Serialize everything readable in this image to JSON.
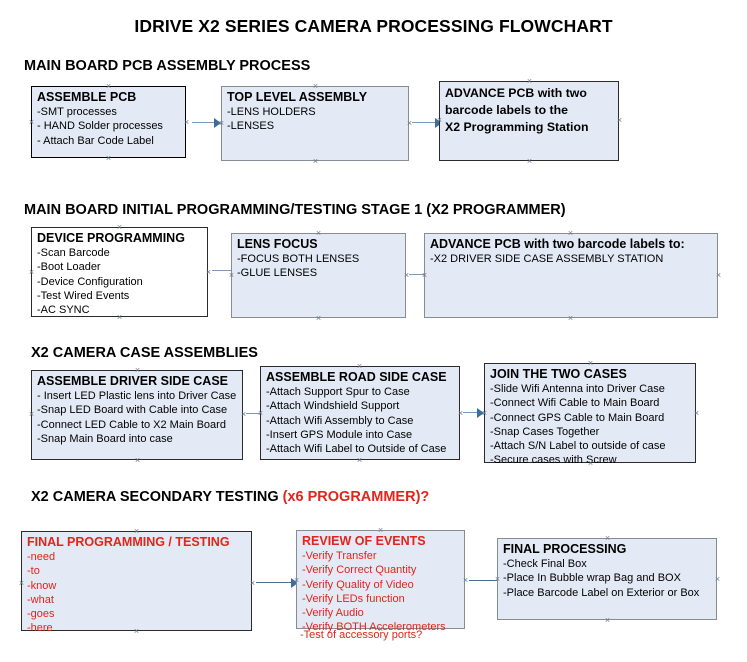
{
  "title": "IDRIVE X2  SERIES CAMERA PROCESSING FLOWCHART",
  "sections": [
    {
      "heading": "MAIN BOARD PCB ASSEMBLY PROCESS",
      "heading_red": "",
      "nodes": [
        {
          "title": "ASSEMBLE PCB",
          "lines": [
            "-SMT processes",
            "- HAND Solder processes",
            "- Attach Bar Code Label"
          ]
        },
        {
          "title": "TOP LEVEL ASSEMBLY",
          "lines": [
            "-LENS HOLDERS",
            "-LENSES"
          ]
        },
        {
          "title": "ADVANCE PCB with two",
          "lines": [
            "barcode labels to the",
            " X2 Programming Station"
          ]
        }
      ]
    },
    {
      "heading": "MAIN BOARD INITIAL PROGRAMMING/TESTING STAGE 1 (X2 PROGRAMMER)",
      "heading_red": "",
      "nodes": [
        {
          "title": "DEVICE PROGRAMMING",
          "lines": [
            "-Scan Barcode",
            "-Boot Loader",
            "-Device Configuration",
            "-Test Wired Events",
            "-AC SYNC"
          ]
        },
        {
          "title": "LENS FOCUS",
          "lines": [
            "-FOCUS BOTH LENSES",
            "-GLUE LENSES"
          ]
        },
        {
          "title": "ADVANCE PCB with two barcode labels to:",
          "lines": [
            "-X2 DRIVER  SIDE  CASE  ASSEMBLY STATION"
          ]
        }
      ]
    },
    {
      "heading": "X2 CAMERA CASE ASSEMBLIES",
      "heading_red": "",
      "nodes": [
        {
          "title": "ASSEMBLE DRIVER SIDE CASE",
          "lines": [
            "- Insert LED Plastic lens into Driver Case",
            "-Snap LED Board with Cable into Case",
            "-Connect LED Cable to X2 Main Board",
            "-Snap Main Board into case"
          ]
        },
        {
          "title": "ASSEMBLE ROAD SIDE CASE",
          "lines": [
            "-Attach Support Spur to Case",
            "-Attach Windshield Support",
            "-Attach Wifi Assembly to Case",
            "-Insert GPS Module into Case",
            "-Attach Wifi Label to Outside of Case"
          ]
        },
        {
          "title": "JOIN THE TWO CASES",
          "lines": [
            "-Slide Wifi Antenna into Driver Case",
            "-Connect Wifi Cable to Main Board",
            "-Connect GPS Cable to Main Board",
            "-Snap Cases Together",
            "-Attach S/N Label to outside of case",
            "-Secure cases with Screw"
          ]
        }
      ]
    },
    {
      "heading": "X2 CAMERA SECONDARY TESTING ",
      "heading_red": "(x6 PROGRAMMER)?",
      "nodes": [
        {
          "title": "FINAL PROGRAMMING / TESTING",
          "lines": [
            "-need",
            "-to",
            "-know",
            "-what",
            "-goes",
            "-here"
          ]
        },
        {
          "title": "REVIEW OF EVENTS",
          "lines": [
            "-Verify Transfer",
            "-Verify Correct Quantity",
            "-Verify Quality of Video",
            "-Verify LEDs function",
            "-Verify Audio",
            "-Verify BOTH Accelerometers"
          ],
          "overflow": "-Test of accessory ports?"
        },
        {
          "title": "FINAL PROCESSING",
          "lines": [
            " -Check Final Box",
            "-Place In Bubble wrap Bag and BOX",
            "-Place Barcode Label on Exterior or Box"
          ]
        }
      ]
    }
  ],
  "colors": {
    "node_fill": "#e3eaf5",
    "node_border": "#000000",
    "gray_border": "#878c92",
    "arrow": "#7e99b8",
    "arrow_head": "#3e6d9c",
    "red_text": "#e2241b",
    "handle": "#6d7b8d"
  }
}
